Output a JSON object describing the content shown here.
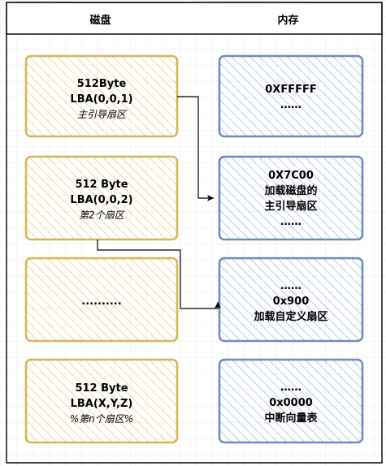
{
  "columns": {
    "disk": "磁盘",
    "memory": "内存"
  },
  "disk_blocks": [
    {
      "line1": "512Byte",
      "line2": "LBA(0,0,1)",
      "note": "主引导扇区"
    },
    {
      "line1": "512 Byte",
      "line2": "LBA(0,0,2)",
      "note": "第2个扇区"
    },
    {
      "line1": "..........",
      "line2": "",
      "note": ""
    },
    {
      "line1": "512 Byte",
      "line2": "LBA(X,Y,Z)",
      "note": "%第n个扇区%"
    }
  ],
  "memory_blocks": [
    {
      "lines": [
        "0XFFFFF",
        "……"
      ]
    },
    {
      "lines": [
        "0X7C00",
        "加载磁盘的",
        "主引导扇区",
        "……"
      ]
    },
    {
      "lines": [
        "……",
        "0x900",
        "加载自定义扇区"
      ]
    },
    {
      "lines": [
        "……",
        "0x0000",
        "中断向量表"
      ]
    }
  ],
  "colors": {
    "disk_stroke": "#d6b656",
    "disk_fill": "#fff2cc",
    "memory_stroke": "#6c8ebf",
    "memory_fill": "#dae8fc",
    "grid": "#e6e6e6",
    "frame": "#000000"
  }
}
